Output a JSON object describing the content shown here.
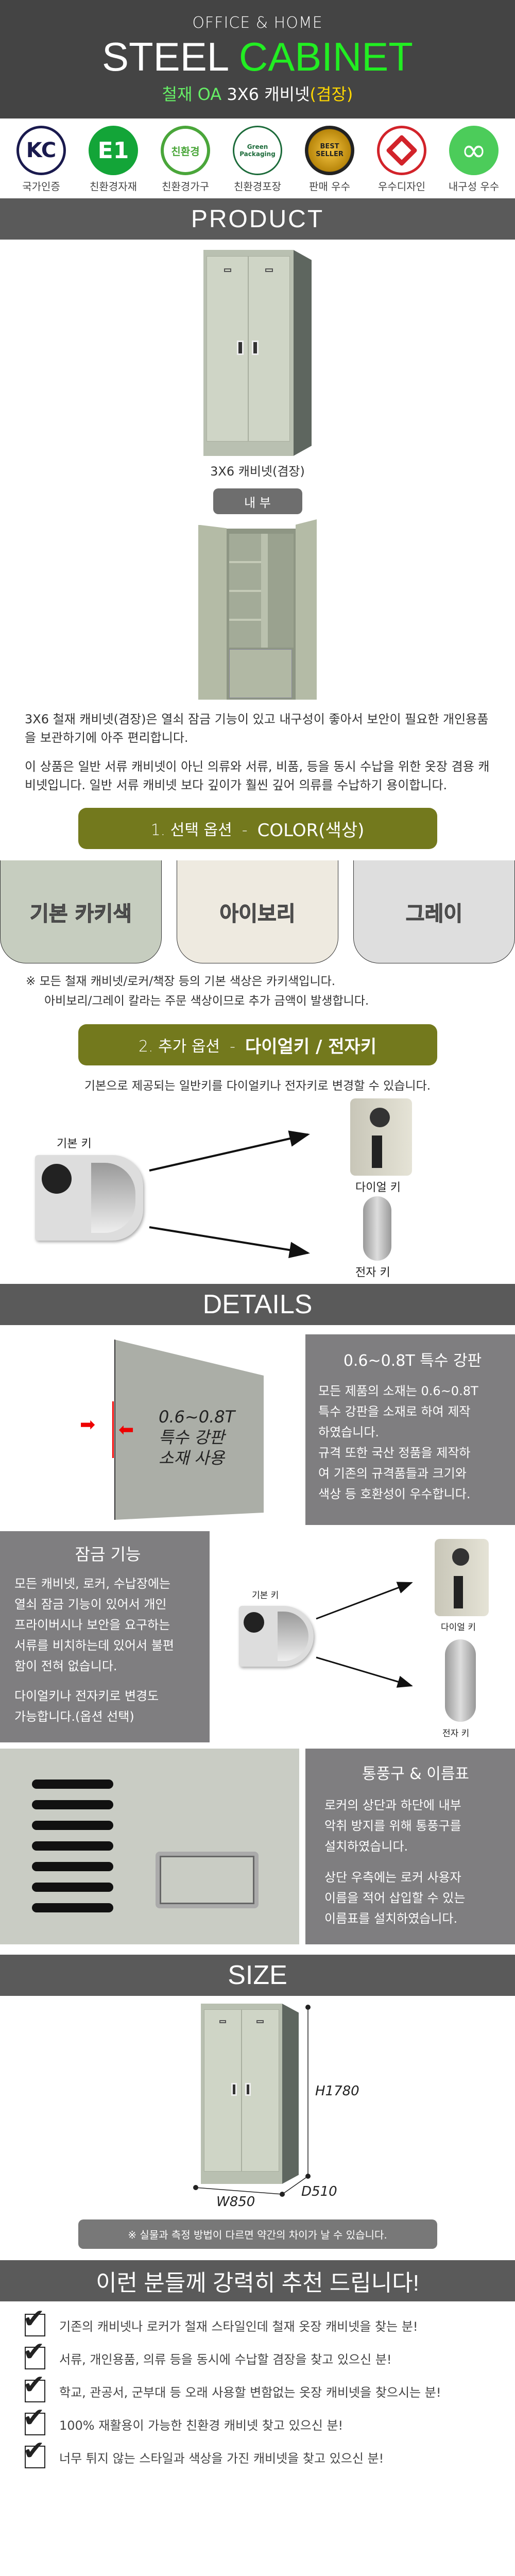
{
  "hero": {
    "tagline": "OFFICE & HOME",
    "title_white": "STEEL",
    "title_green": "CABINET",
    "subtitle_green": "철재 OA",
    "subtitle_white": "3X6 캐비넷",
    "subtitle_yellow": "(겸장)",
    "colors": {
      "bg": "#444444",
      "green": "#22ee22",
      "light_green": "#66ee66",
      "yellow": "#ffd700"
    }
  },
  "badges": [
    {
      "icon": "kc-certification-icon",
      "logo_text": "KC",
      "label": "국가인증",
      "color": "#1a1a4e"
    },
    {
      "icon": "e1-icon",
      "logo_text": "E1",
      "label": "친환경자재",
      "color": "#13a538"
    },
    {
      "icon": "eco-leaf-icon",
      "logo_text": "친환경",
      "label": "친환경가구",
      "color": "#4aa63a"
    },
    {
      "icon": "green-packaging-icon",
      "logo_text": "Green Packaging",
      "label": "친환경포장",
      "color": "#1c6b3a"
    },
    {
      "icon": "best-seller-icon",
      "logo_text": "BEST SELLER",
      "label": "판매 우수",
      "color": "#d4a017"
    },
    {
      "icon": "good-design-icon",
      "logo_text": "",
      "label": "우수디자인",
      "color": "#d2232a"
    },
    {
      "icon": "infinity-icon",
      "logo_text": "∞",
      "label": "내구성 우수",
      "color": "#4ccc5a"
    }
  ],
  "product": {
    "section_title": "PRODUCT",
    "caption": "3X6 캐비넷(겸장)",
    "interior_label": "내 부",
    "description": [
      "3X6 철재 캐비넷(겸장)은 열쇠 잠금 기능이 있고 내구성이 좋아서 보안이 필요한 개인용품을 보관하기에 아주 편리합니다.",
      "이 상품은 일반 서류 캐비넷이 아닌 의류와 서류, 비품, 등을 동시 수납을 위한 옷장 겸용 캐비넷입니다. 일반 서류 캐비넷 보다 깊이가 훨씬 깊어 의류를 수납하기 용이합니다."
    ]
  },
  "option1": {
    "prefix": "1. 선택 옵션  -  ",
    "name": "COLOR(색상)",
    "swatches": [
      {
        "label": "기본 카키색",
        "color": "#c6cdbf"
      },
      {
        "label": "아이보리",
        "color": "#eeeae0"
      },
      {
        "label": "그레이",
        "color": "#dedede"
      }
    ],
    "note_line1": "※ 모든 철재 캐비넷/로커/책장 등의 기본 색상은 카키색입니다.",
    "note_line2": "아비보리/그레이 칼라는 주문 색상이므로 추가 금액이 발생합니다.",
    "bar_color": "#73791d"
  },
  "option2": {
    "prefix": "2. 추가 옵션  -  ",
    "name": "다이얼키 / 전자키",
    "description": "기본으로 제공되는 일반키를 다이얼키나 전자키로 변경할 수 있습니다.",
    "basic_key": "기본 키",
    "dial_key": "다이얼 키",
    "electronic_key": "전자 키"
  },
  "details": {
    "section_title": "DETAILS",
    "steel": {
      "overlay_text": [
        "0.6~0.8T",
        "특수 강판",
        "소재 사용"
      ],
      "title": "0.6~0.8T 특수 강판",
      "body": [
        "모든 제품의 소재는 0.6~0.8T",
        "특수 강판을 소재로 하여 제작",
        "하였습니다.",
        "규격 또한 국산 정품을 제작하",
        "여 기존의 규격품들과 크기와",
        "색상 등 호환성이 우수합니다."
      ]
    },
    "lock": {
      "title": "잠금 기능",
      "body": [
        "모든 캐비넷, 로커, 수납장에는",
        "열쇠 잠금 기능이 있어서 개인",
        "프라이버시나 보안을 요구하는",
        "서류를 비치하는데 있어서 불편",
        "함이 전혀 없습니다."
      ],
      "body2": [
        "다이얼키나 전자키로 변경도",
        "가능합니다.(옵션 선택)"
      ],
      "basic_key": "기본 키",
      "dial_key": "다이얼 키",
      "electronic_key": "전자 키"
    },
    "vent": {
      "title": "통풍구 & 이름표",
      "body": [
        "로커의 상단과 하단에 내부",
        "악취 방지를 위해 통풍구를",
        "설치하였습니다."
      ],
      "body2": [
        "상단 우측에는 로커 사용자",
        "이름을 적어 삽입할 수 있는",
        "이름표를 설치하였습니다."
      ]
    }
  },
  "size": {
    "section_title": "SIZE",
    "height": "H1780",
    "width": "W850",
    "depth": "D510",
    "note": "※ 실물과 측정 방법이 다르면 약간의 차이가 날 수 있습니다."
  },
  "recommend": {
    "title": "이런 분들께 강력히 추천 드립니다!",
    "items": [
      "기존의 캐비넷나 로커가 철재 스타일인데 철재 옷장 캐비넷을 찾는 분!",
      "서류, 개인용품, 의류 등을 동시에 수납할 겸장을 찾고 있으신 분!",
      "학교, 관공서, 군부대 등 오래 사용할 변함없는 옷장 캐비넷을 찾으시는 분!",
      "100% 재활용이 가능한 친환경 캐비넷 찾고 있으신 분!",
      "너무 튀지 않는 스타일과 색상을 가진 캐비넷을 찾고 있으신 분!"
    ]
  }
}
